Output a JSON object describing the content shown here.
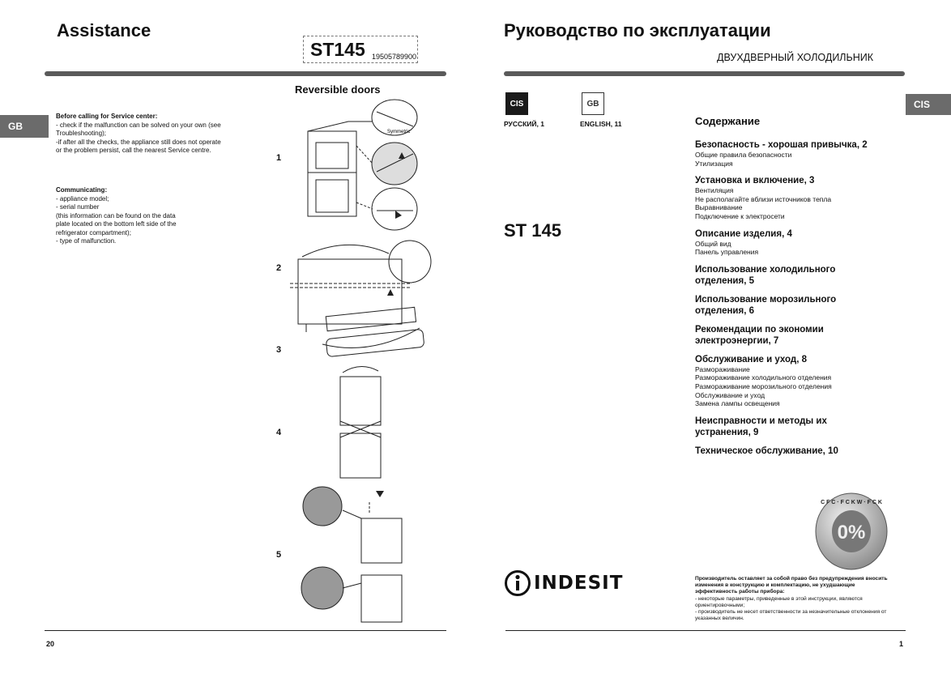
{
  "left_page": {
    "title": "Assistance",
    "model": "ST145",
    "model_code": "19505789900",
    "section_title": "Reversible doors",
    "lang_tab": "GB",
    "service_heading": "Before calling for Service center:",
    "service_lines": [
      "- check if the malfunction can be solved on your own (see",
      "Troubleshooting);",
      "-if after all the checks, the appliance still does not operate",
      "or the problem persist, call the nearest Service centre."
    ],
    "comm_heading": "Communicating:",
    "comm_lines": [
      "- appliance model;",
      "- serial number",
      "(this information can be found on the data",
      "plate located on the bottom left side of the",
      "refrigerator compartment);",
      "- type of malfunction."
    ],
    "steps": [
      "1",
      "2",
      "3",
      "4",
      "5"
    ],
    "symmetric_label": "Symmetric",
    "page_number": "20"
  },
  "right_page": {
    "title": "Руководство по эксплуатации",
    "subtitle": "ДВУХДВЕРНЫЙ ХОЛОДИЛЬНИК",
    "lang_tab": "CIS",
    "lang_boxes": [
      {
        "code": "CIS",
        "label": "РУССКИЙ, 1"
      },
      {
        "code": "GB",
        "label": "ENGLISH, 11"
      }
    ],
    "model": "ST 145",
    "toc_title": "Содержание",
    "toc": [
      {
        "heading": "Безопасность - хорошая привычка, 2",
        "items": [
          "Общие правила безопасности",
          "Утилизация"
        ]
      },
      {
        "heading": "Установка и включение, 3",
        "items": [
          "Вентиляция",
          "Не располагайте вблизи источников тепла",
          "Выравнивание",
          "Подключение к электросети"
        ]
      },
      {
        "heading": "Описание изделия, 4",
        "items": [
          "Общий вид",
          "Панель управления"
        ]
      },
      {
        "heading": "Использование холодильного отделения, 5",
        "items": []
      },
      {
        "heading": "Использование морозильного отделения, 6",
        "items": []
      },
      {
        "heading": "Рекомендации по экономии электроэнергии, 7",
        "items": []
      },
      {
        "heading": "Обслуживание и уход, 8",
        "items": [
          "Размораживание",
          "Размораживание холодильного отделения",
          "Размораживание морозильного отделения",
          "Обслуживание и уход",
          "Замена лампы освещения"
        ]
      },
      {
        "heading": "Неисправности и методы их устранения, 9",
        "items": []
      },
      {
        "heading": "Техническое обслуживание, 10",
        "items": []
      }
    ],
    "brand": "INDESIT",
    "disclaimer_bold": "Производитель оставляет за собой право без предупреждения вносить изменения в конструкцию и комплектацию, не ухудшающие эффективность работы прибора:",
    "disclaimer_lines": [
      "- некоторые параметры, приведенные в этой инструкции, являются ориентировочными;",
      "- производитель не несет ответственности за незначительные отклонения от указанных величин."
    ],
    "seal_text": "C F C · F C K W · F C K",
    "page_number": "1"
  },
  "colors": {
    "rule": "#5a5a5a",
    "tab": "#6b6b6b",
    "dark_box": "#1a1a1a"
  }
}
